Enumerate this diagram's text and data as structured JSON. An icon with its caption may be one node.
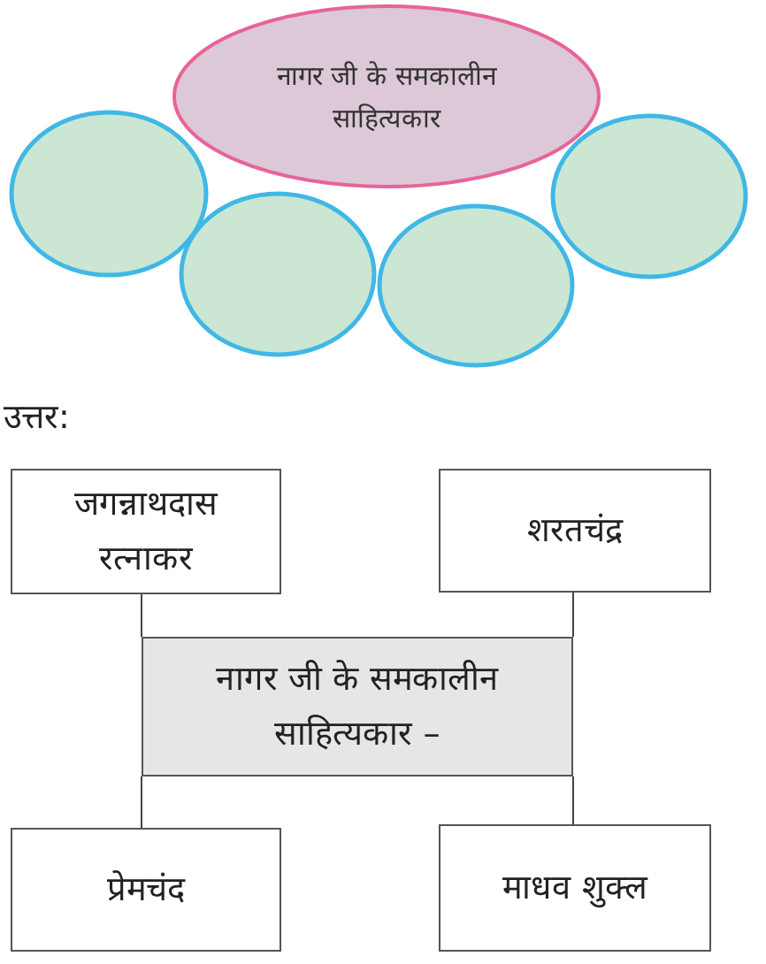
{
  "diagram": {
    "nodes": [
      {
        "text": [
          "नागर जी के समकालीन साहित्यकार"
        ]
      },
      {
        "text": [],
        "shape": "circle"
      },
      {
        "text": [],
        "shape": "circle"
      },
      {
        "text": [],
        "shape": "circle"
      },
      {
        "text": [],
        "shape": "circle"
      },
      {
        "text": [
          "जगन्नाथदास रत्नाकर"
        ]
      },
      {
        "text": [
          "शरतचंद्र"
        ]
      },
      {
        "text": [
          "नागर जी के समकालीन साहित्यकार –"
        ]
      },
      {
        "text": [
          "प्रेमचंद"
        ]
      },
      {
        "text": [
          "माधव शुक्ल"
        ]
      }
    ],
    "edges": [
      {
        "from": 7,
        "to": 5,
        "arrow": "none"
      },
      {
        "from": 7,
        "to": 8,
        "arrow": "none"
      },
      {
        "from": 7,
        "to": 6,
        "arrow": "none"
      },
      {
        "from": 7,
        "to": 9,
        "arrow": "none"
      }
    ],
    "labels": [
      "उत्तर:"
    ]
  }
}
